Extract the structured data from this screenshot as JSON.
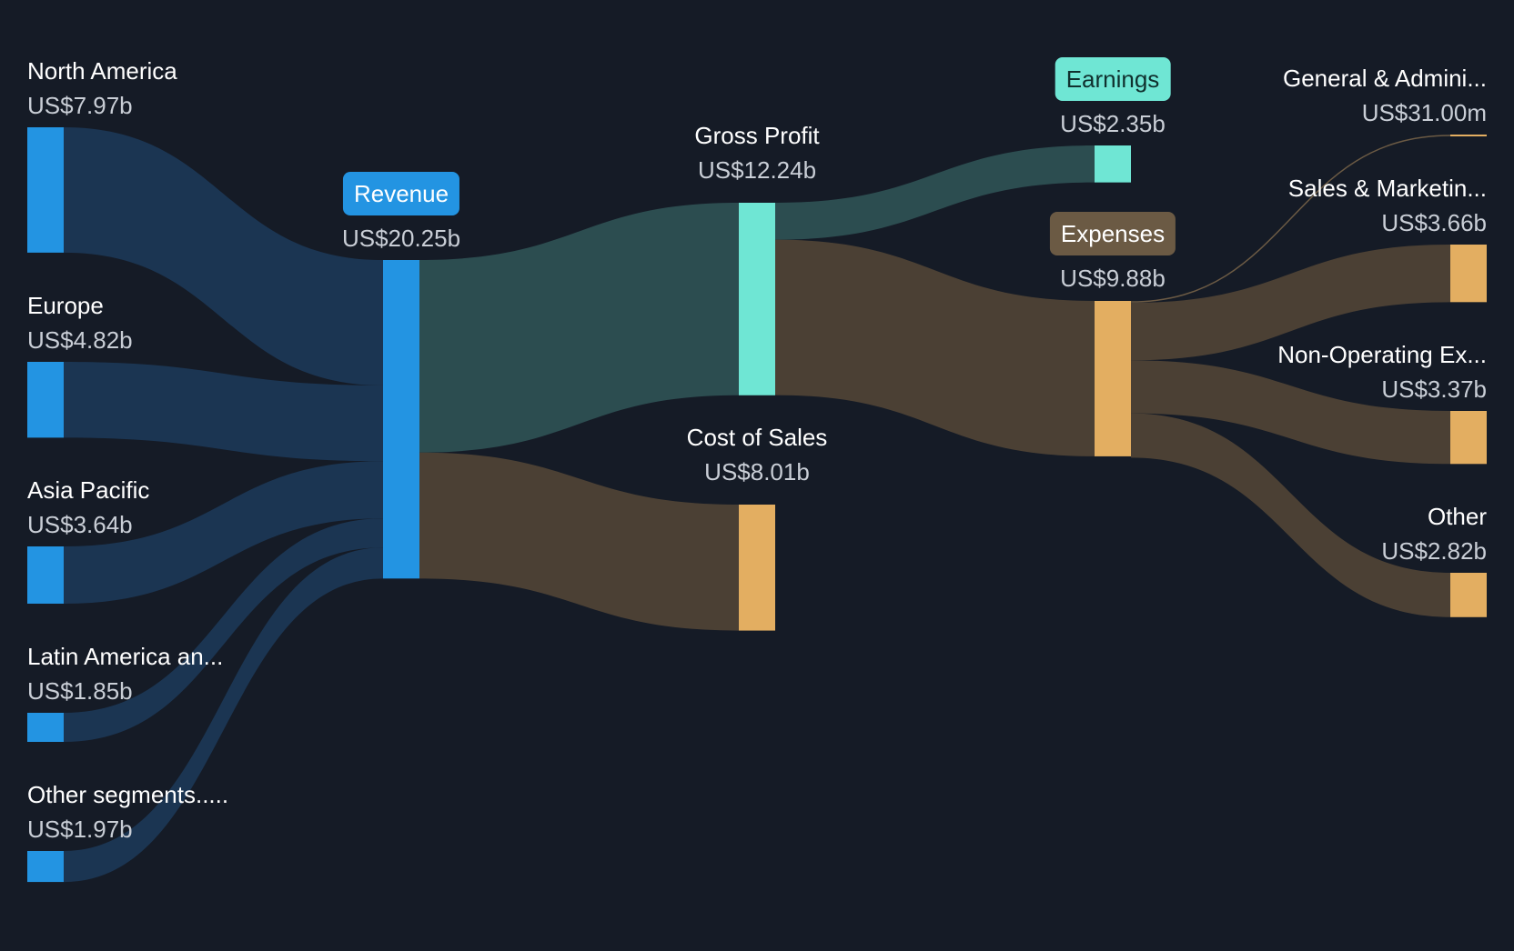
{
  "chart_data": {
    "type": "sankey",
    "colors": {
      "background": "#151b26",
      "revenue_blue": "#2394e2",
      "profit_teal": "#6fe6d4",
      "expense_gold": "#e3ae61",
      "flow_blue": "#1b3552",
      "flow_teal": "#2c4d50",
      "flow_brown": "#4b4034",
      "expenses_pill": "#6b5a44"
    },
    "nodes": [
      {
        "id": "north-america",
        "name": "North America",
        "value": "US$7.97b",
        "amount": 7.97
      },
      {
        "id": "europe",
        "name": "Europe",
        "value": "US$4.82b",
        "amount": 4.82
      },
      {
        "id": "asia-pacific",
        "name": "Asia Pacific",
        "value": "US$3.64b",
        "amount": 3.64
      },
      {
        "id": "latin-america",
        "name": "Latin America an...",
        "value": "US$1.85b",
        "amount": 1.85
      },
      {
        "id": "other-segments",
        "name": "Other segments.....",
        "value": "US$1.97b",
        "amount": 1.97
      },
      {
        "id": "revenue",
        "name": "Revenue",
        "value": "US$20.25b",
        "amount": 20.25
      },
      {
        "id": "gross-profit",
        "name": "Gross Profit",
        "value": "US$12.24b",
        "amount": 12.24
      },
      {
        "id": "cost-of-sales",
        "name": "Cost of Sales",
        "value": "US$8.01b",
        "amount": 8.01
      },
      {
        "id": "earnings",
        "name": "Earnings",
        "value": "US$2.35b",
        "amount": 2.35
      },
      {
        "id": "expenses",
        "name": "Expenses",
        "value": "US$9.88b",
        "amount": 9.88
      },
      {
        "id": "general-admin",
        "name": "General & Admini...",
        "value": "US$31.00m",
        "amount": 0.031
      },
      {
        "id": "sales-marketing",
        "name": "Sales & Marketin...",
        "value": "US$3.66b",
        "amount": 3.66
      },
      {
        "id": "non-operating",
        "name": "Non-Operating Ex...",
        "value": "US$3.37b",
        "amount": 3.37
      },
      {
        "id": "other",
        "name": "Other",
        "value": "US$2.82b",
        "amount": 2.82
      }
    ],
    "links": [
      {
        "source": "north-america",
        "target": "revenue",
        "amount": 7.97
      },
      {
        "source": "europe",
        "target": "revenue",
        "amount": 4.82
      },
      {
        "source": "asia-pacific",
        "target": "revenue",
        "amount": 3.64
      },
      {
        "source": "latin-america",
        "target": "revenue",
        "amount": 1.85
      },
      {
        "source": "other-segments",
        "target": "revenue",
        "amount": 1.97
      },
      {
        "source": "revenue",
        "target": "gross-profit",
        "amount": 12.24
      },
      {
        "source": "revenue",
        "target": "cost-of-sales",
        "amount": 8.01
      },
      {
        "source": "gross-profit",
        "target": "earnings",
        "amount": 2.35
      },
      {
        "source": "gross-profit",
        "target": "expenses",
        "amount": 9.88
      },
      {
        "source": "expenses",
        "target": "general-admin",
        "amount": 0.031
      },
      {
        "source": "expenses",
        "target": "sales-marketing",
        "amount": 3.66
      },
      {
        "source": "expenses",
        "target": "non-operating",
        "amount": 3.37
      },
      {
        "source": "expenses",
        "target": "other",
        "amount": 2.82
      }
    ]
  }
}
